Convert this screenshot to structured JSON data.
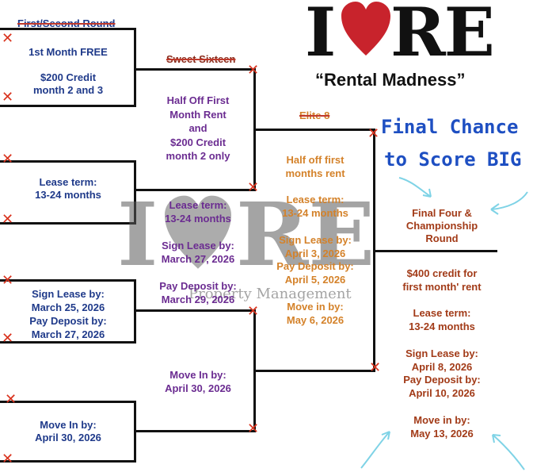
{
  "logo": {
    "left_letter": "I",
    "right_letters": "RE",
    "heart_color": "#c8232c"
  },
  "tagline": "“Rental Madness”",
  "final_chance": {
    "line1": "Final Chance",
    "line2": "to Score BIG"
  },
  "rounds": {
    "first_second": "First/Second Round",
    "sweet_sixteen": "Sweet Sixteen",
    "elite_8": "Elite 8",
    "final_four": "Final Four &\nChampionship\nRound"
  },
  "round1": {
    "box1": "1st Month FREE\n\n$200 Credit\nmonth 2 and 3",
    "box2": "Lease term:\n13-24 months",
    "box3": "Sign Lease by:\nMarch 25, 2026\nPay Deposit by:\nMarch 27, 2026",
    "box4": "Move In by:\nApril 30, 2026"
  },
  "round2": {
    "block1": "Half Off First\nMonth Rent\nand\n$200 Credit\nmonth 2 only",
    "block2": "Lease term:\n13-24 months\n\nSign Lease by:\nMarch 27, 2026\n\nPay Deposit by:\nMarch 29, 2026",
    "block3": "Move In by:\nApril 30, 2026"
  },
  "round3": {
    "block1": "Half off first\nmonths rent\n\nLease term:\n13-24 months\n\nSign Lease by:\nApril 3, 2026\nPay Deposit by:\nApril 5, 2026\n\nMove in by:\nMay 6, 2026"
  },
  "round4": {
    "block1": "$400 credit for\nfirst month' rent\n\nLease term:\n13-24 months\n\nSign Lease by:\nApril 8, 2026\nPay Deposit by:\nApril 10, 2026\n\nMove in by:\nMay 13, 2026"
  },
  "watermark": {
    "left_letter": "I",
    "right_letters": "RE",
    "subtitle": "Property Management"
  },
  "colors": {
    "round1": "#1f3a8a",
    "round2": "#6b2c91",
    "round3": "#d4822a",
    "round4": "#a23b18",
    "x_mark": "#d9341f",
    "final_chance": "#1e4fc2",
    "arrows": "#7fd3e6"
  },
  "x_mark_glyph": "✕"
}
